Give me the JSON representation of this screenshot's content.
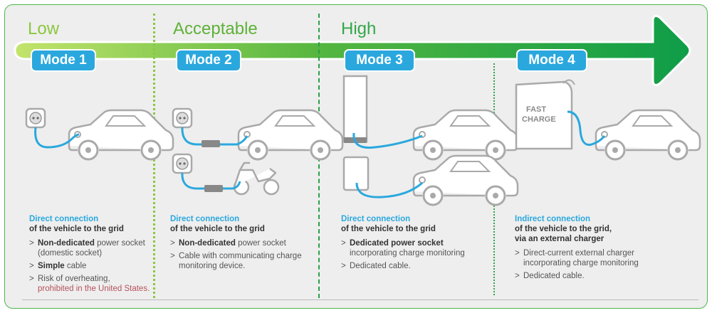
{
  "levels": {
    "low": "Low",
    "acceptable": "Acceptable",
    "high": "High"
  },
  "modes": [
    "Mode 1",
    "Mode 2",
    "Mode 3",
    "Mode 4"
  ],
  "fast_charge_label_1": "FAST",
  "fast_charge_label_2": "CHARGE",
  "columns": [
    {
      "heading": "Direct connection",
      "subheading": "of the vehicle to the grid",
      "bullets": [
        {
          "bold": "Non-dedicated",
          "rest": " power socket (domestic socket)"
        },
        {
          "bold": "Simple",
          "rest": " cable"
        },
        {
          "bold": "",
          "rest": "Risk of overheating,",
          "warn": "prohibited in the United States."
        }
      ]
    },
    {
      "heading": "Direct connection",
      "subheading": "of the vehicle to the grid",
      "bullets": [
        {
          "bold": "Non-dedicated",
          "rest": " power socket"
        },
        {
          "bold": "",
          "rest": "Cable with communicating charge monitoring device."
        }
      ]
    },
    {
      "heading": "Direct connection",
      "subheading": "of the vehicle to the grid",
      "bullets": [
        {
          "bold": "Dedicated power socket",
          "rest": " incorporating charge monitoring"
        },
        {
          "bold": "",
          "rest": "Dedicated cable."
        }
      ]
    },
    {
      "heading": "Indirect connection",
      "subheading": "of the vehicle to the grid,",
      "subheading2": "via an external charger",
      "bullets": [
        {
          "bold": "",
          "rest": "Direct-current external charger incorporating charge monitoring"
        },
        {
          "bold": "",
          "rest": "Dedicated cable."
        }
      ]
    }
  ],
  "colors": {
    "arrow_start": "#b6dd5c",
    "arrow_end": "#14a04a",
    "mode_badge": "#2aa8de",
    "cable": "#2aa8de",
    "outline": "#a9a9a9",
    "warning_text": "#b5525c"
  }
}
